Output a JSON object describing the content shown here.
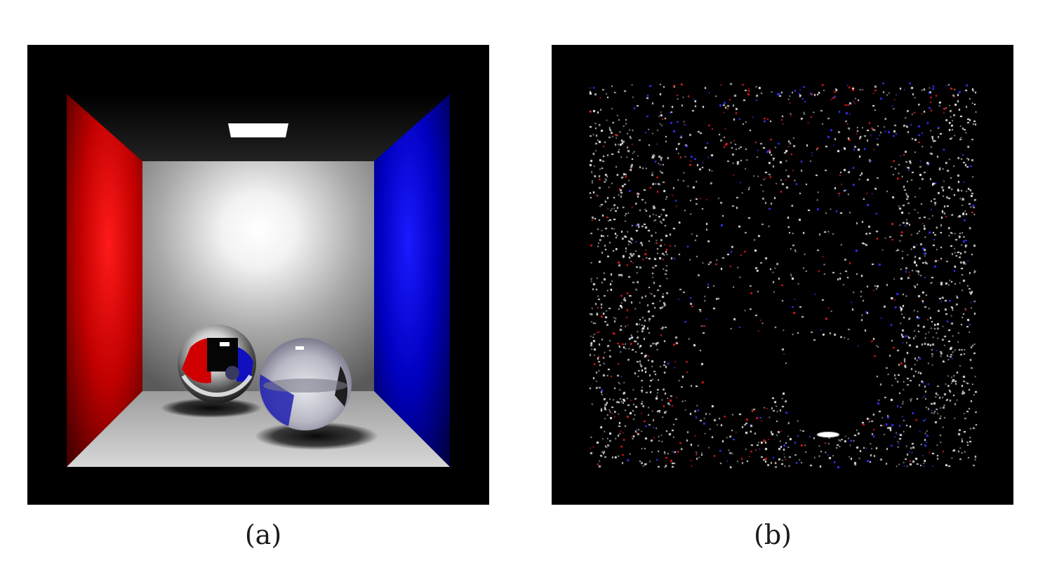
{
  "figure": {
    "panels": [
      {
        "id": "a",
        "caption": "(a)",
        "content": "cornell-box-render",
        "colors": {
          "left_wall": "#e00000",
          "right_wall": "#0010e0",
          "back_wall": "#9a9a9a",
          "floor": "#c8c8c8",
          "ceiling": "#000000",
          "light": "#ffffff"
        }
      },
      {
        "id": "b",
        "caption": "(b)",
        "content": "photon-map-scatter",
        "colors": {
          "background": "#000000",
          "photon_white": "#ffffff",
          "photon_red": "#e02020",
          "photon_blue": "#3030ff"
        }
      }
    ]
  }
}
